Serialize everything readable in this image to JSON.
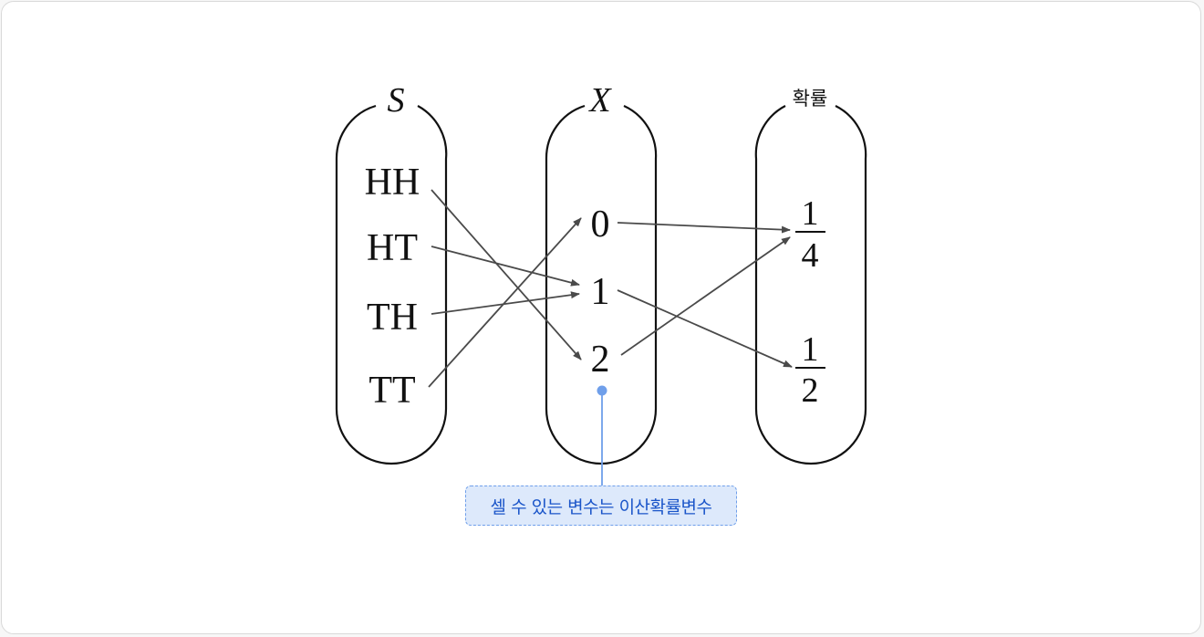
{
  "titles": {
    "s": "S",
    "x": "X",
    "prob": "확률"
  },
  "sample_space": [
    "HH",
    "HT",
    "TH",
    "TT"
  ],
  "x_values": [
    "0",
    "1",
    "2"
  ],
  "probabilities": [
    {
      "num": "1",
      "den": "4"
    },
    {
      "num": "1",
      "den": "2"
    }
  ],
  "callout": "셀 수 있는 변수는 이산확률변수",
  "colors": {
    "arrow": "#4a4a4a",
    "accent": "#6f9fea",
    "callout_text": "#1a55c9",
    "callout_bg": "#dde9fb"
  }
}
